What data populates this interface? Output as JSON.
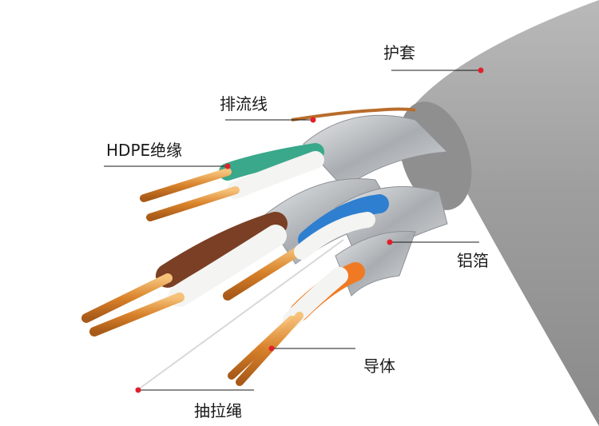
{
  "labels": {
    "jacket": "护套",
    "drain_wire": "排流线",
    "insulation": "HDPE绝缘",
    "foil": "铝箔",
    "conductor": "导体",
    "rip_cord": "抽拉绳"
  },
  "colors": {
    "marker": "#e0202a",
    "leader_line": "#1a1a1a",
    "jacket": "#9c9c9c",
    "copper": "#d9822b",
    "foil": "#bfc3c6",
    "pair_green": "#3aa88a",
    "pair_brown": "#7a3f24",
    "pair_blue": "#2f7fd0",
    "pair_orange": "#f07a23",
    "insulation_white": "#f4f4f2"
  }
}
